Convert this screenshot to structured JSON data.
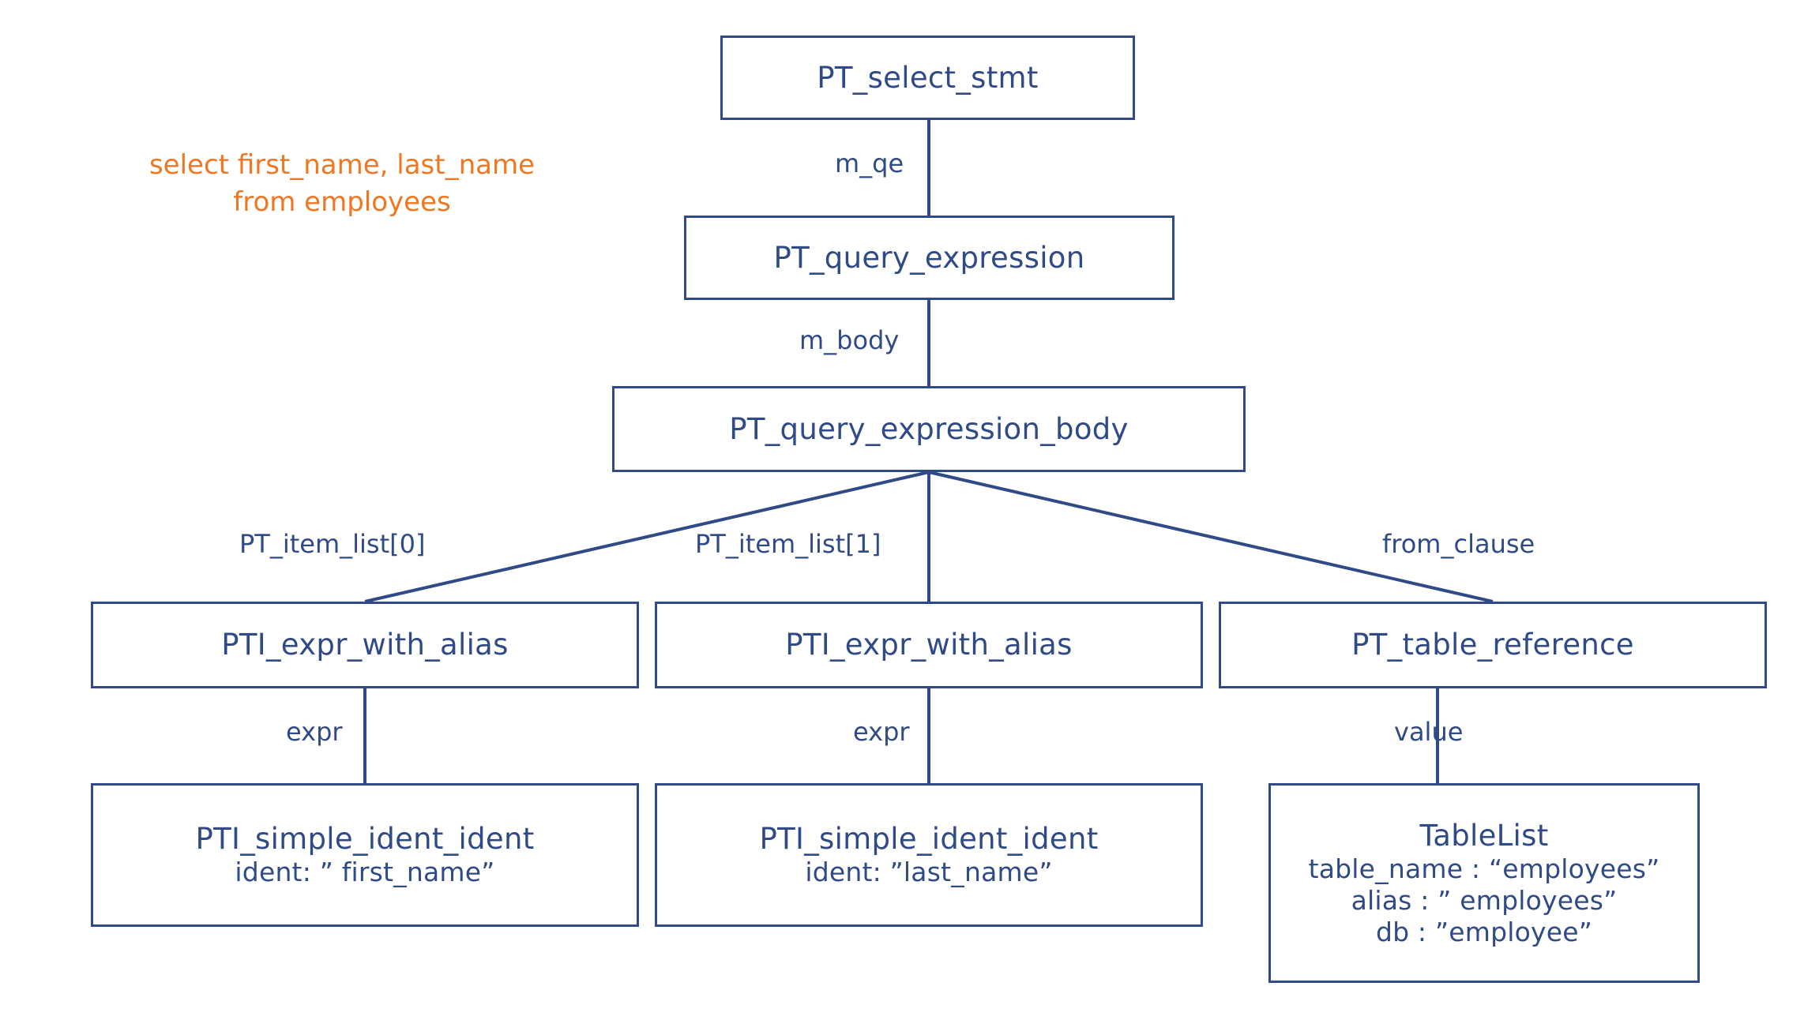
{
  "diagram": {
    "title_note": {
      "line1": "select first_name, last_name",
      "line2": "from employees"
    },
    "colors": {
      "node_border": "#2f4a86",
      "node_text": "#2f4a86",
      "edge": "#2f4a86",
      "sql_note": "#ef7722",
      "background": "#ffffff"
    },
    "nodes": [
      {
        "id": "select_stmt",
        "title": "PT_select_stmt",
        "attrs": []
      },
      {
        "id": "query_expression",
        "title": "PT_query_expression",
        "attrs": []
      },
      {
        "id": "query_expression_body",
        "title": "PT_query_expression_body",
        "attrs": []
      },
      {
        "id": "expr_with_alias_0",
        "title": "PTI_expr_with_alias",
        "attrs": []
      },
      {
        "id": "expr_with_alias_1",
        "title": "PTI_expr_with_alias",
        "attrs": []
      },
      {
        "id": "table_reference",
        "title": "PT_table_reference",
        "attrs": []
      },
      {
        "id": "simple_ident_0",
        "title": "PTI_simple_ident_ident",
        "attrs": [
          "ident: ” first_name”"
        ]
      },
      {
        "id": "simple_ident_1",
        "title": "PTI_simple_ident_ident",
        "attrs": [
          "ident: ”last_name”"
        ]
      },
      {
        "id": "table_list",
        "title": "TableList",
        "attrs": [
          "table_name : “employees”",
          "alias : ” employees”",
          "db : ”employee”"
        ]
      }
    ],
    "edges": [
      {
        "from": "select_stmt",
        "to": "query_expression",
        "label": "m_qe"
      },
      {
        "from": "query_expression",
        "to": "query_expression_body",
        "label": "m_body"
      },
      {
        "from": "query_expression_body",
        "to": "expr_with_alias_0",
        "label": "PT_item_list[0]"
      },
      {
        "from": "query_expression_body",
        "to": "expr_with_alias_1",
        "label": "PT_item_list[1]"
      },
      {
        "from": "query_expression_body",
        "to": "table_reference",
        "label": "from_clause"
      },
      {
        "from": "expr_with_alias_0",
        "to": "simple_ident_0",
        "label": "expr"
      },
      {
        "from": "expr_with_alias_1",
        "to": "simple_ident_1",
        "label": "expr"
      },
      {
        "from": "table_reference",
        "to": "table_list",
        "label": "value"
      }
    ]
  }
}
